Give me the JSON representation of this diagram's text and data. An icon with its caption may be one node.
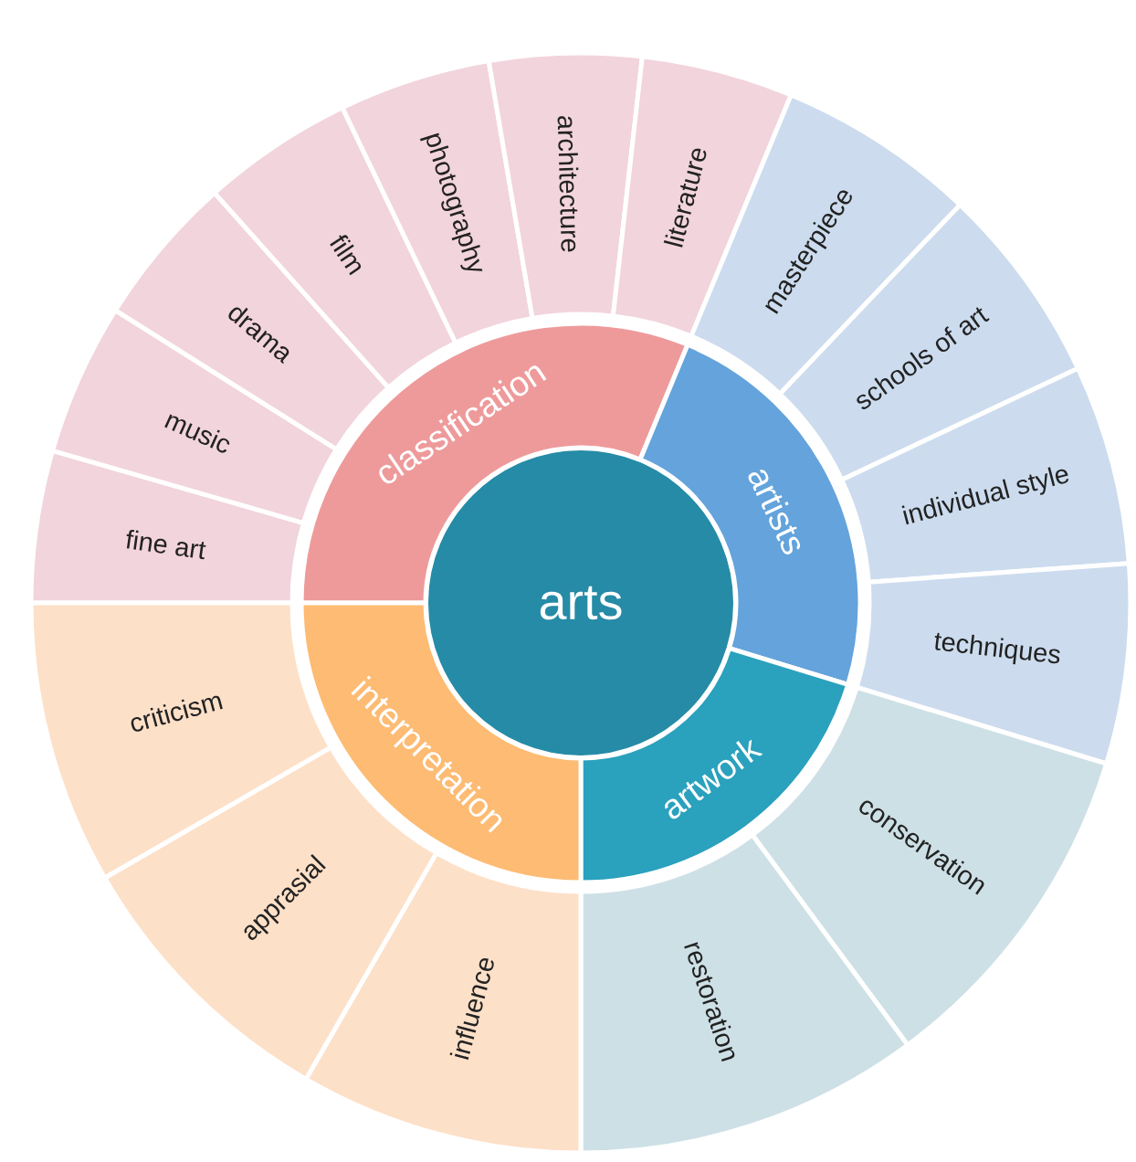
{
  "diagram": {
    "nodes": [
      {
        "text": [
          "arts"
        ]
      },
      {
        "text": [
          "classification"
        ]
      },
      {
        "text": [
          "artists"
        ]
      },
      {
        "text": [
          "artwork"
        ]
      },
      {
        "text": [
          "interpretation"
        ]
      },
      {
        "text": [
          "fine art"
        ]
      },
      {
        "text": [
          "music"
        ]
      },
      {
        "text": [
          "drama"
        ]
      },
      {
        "text": [
          "film"
        ]
      },
      {
        "text": [
          "photography"
        ]
      },
      {
        "text": [
          "architecture"
        ]
      },
      {
        "text": [
          "literature"
        ]
      },
      {
        "text": [
          "masterpiece"
        ]
      },
      {
        "text": [
          "schools of art"
        ]
      },
      {
        "text": [
          "individual style"
        ]
      },
      {
        "text": [
          "techniques"
        ]
      },
      {
        "text": [
          "conservation"
        ]
      },
      {
        "text": [
          "restoration"
        ]
      },
      {
        "text": [
          "influence"
        ]
      },
      {
        "text": [
          "apprasial"
        ]
      },
      {
        "text": [
          "criticism"
        ]
      }
    ]
  }
}
